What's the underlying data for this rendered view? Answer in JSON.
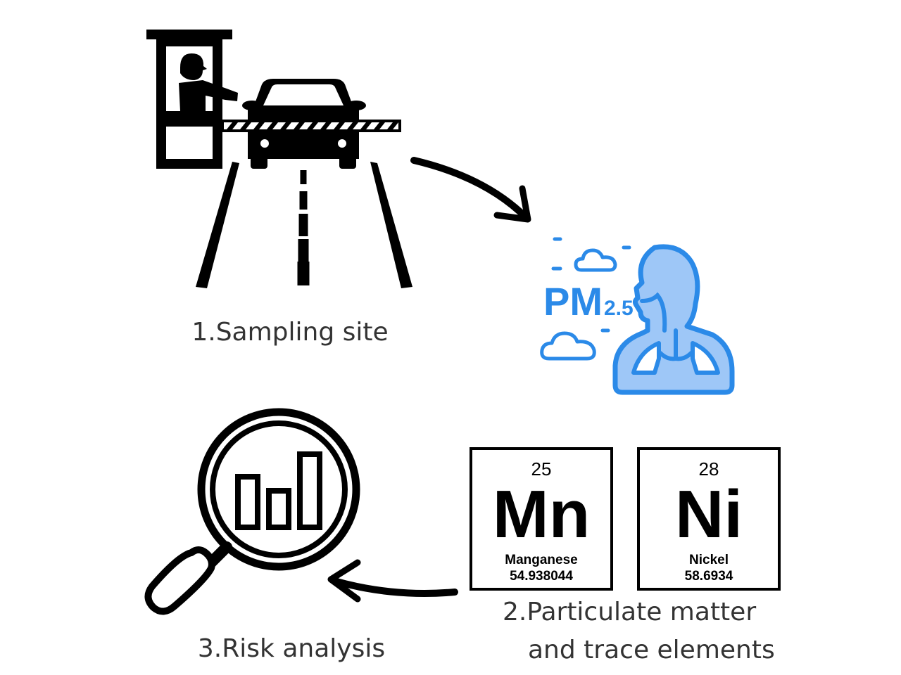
{
  "steps": {
    "step1": {
      "number": "1.",
      "label": "Sampling site"
    },
    "step2": {
      "number": "2.",
      "label_line1": "Particulate matter",
      "label_line2": "and trace elements"
    },
    "step3": {
      "number": "3.",
      "label": "Risk analysis"
    }
  },
  "pm": {
    "main": "PM",
    "sub": "2.5"
  },
  "elements": [
    {
      "atomic_number": "25",
      "symbol": "Mn",
      "name": "Manganese",
      "mass": "54.938044"
    },
    {
      "atomic_number": "28",
      "symbol": "Ni",
      "name": "Nickel",
      "mass": "58.6934"
    }
  ],
  "colors": {
    "ink": "#000000",
    "accent_blue": "#2b8ae8",
    "light_blue": "#9ec7f7",
    "label_gray": "#333333"
  }
}
